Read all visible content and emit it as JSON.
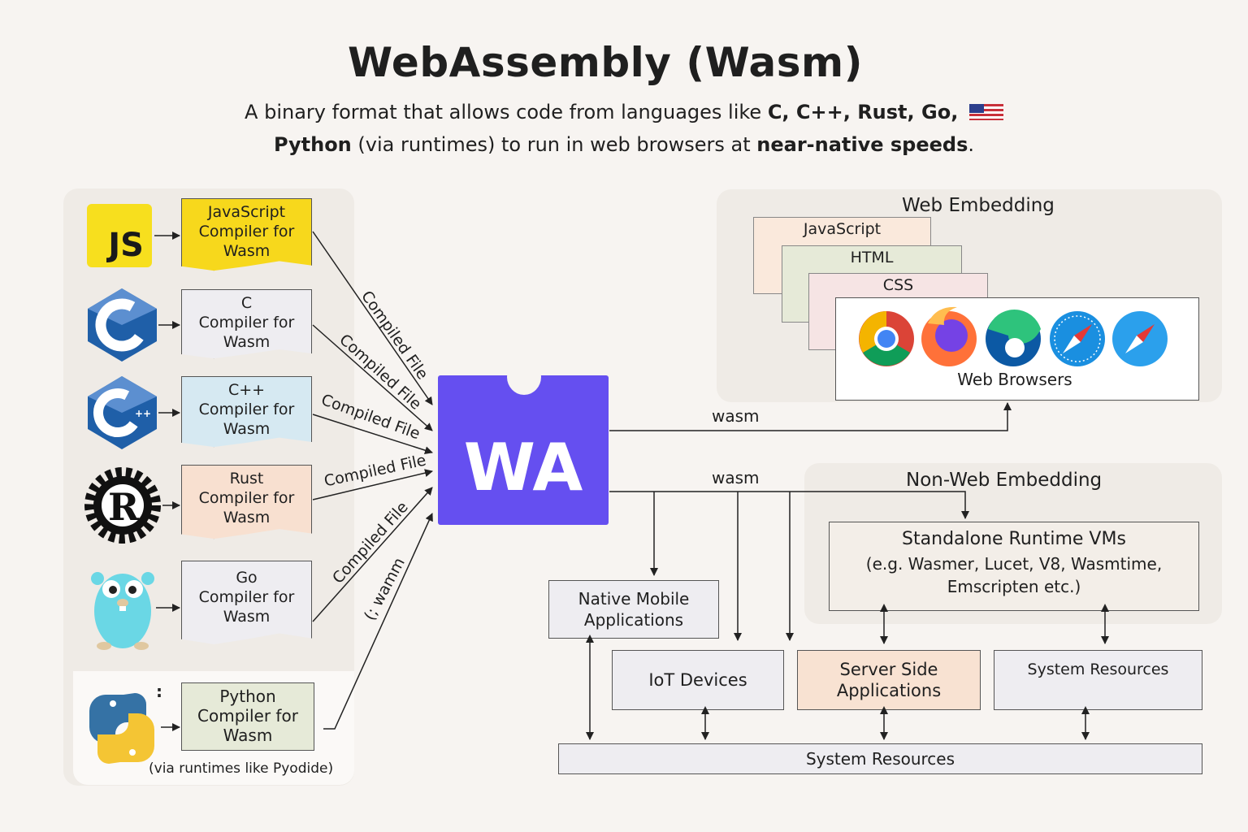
{
  "title": "WebAssembly (Wasm)",
  "subtitle": {
    "line1_pre": "A binary format that allows code from languages like ",
    "line1_bold": "C, C++, Rust, Go,",
    "line2_bold_a": "Python",
    "line2_mid": " (via runtimes) to run in web browsers at ",
    "line2_bold_b": "near-native speeds",
    "line2_end": "."
  },
  "languages": [
    {
      "key": "js",
      "icon": "JS",
      "lines": [
        "JavaScript",
        "Compiler for",
        "Wasm"
      ],
      "color": "#f7d81c"
    },
    {
      "key": "c",
      "icon": "C",
      "lines": [
        "C",
        "Compiler for",
        "Wasm"
      ],
      "color": "#eeedf1"
    },
    {
      "key": "cpp",
      "icon": "C++",
      "lines": [
        "C++",
        "Compiler for",
        "Wasm"
      ],
      "color": "#d6e9f2"
    },
    {
      "key": "rust",
      "icon": "R",
      "lines": [
        "Rust",
        "Compiler for",
        "Wasm"
      ],
      "color": "#f8e0d0"
    },
    {
      "key": "go",
      "icon": "gopher",
      "lines": [
        "Go",
        "Compiler for",
        "Wasm"
      ],
      "color": "#eeedf1"
    },
    {
      "key": "python",
      "icon": "python",
      "lines": [
        "Python",
        "Compiler for",
        "Wasm"
      ],
      "color": "#e6ead8"
    }
  ],
  "python_note": "(via runtimes like Pyodide)",
  "arrow_labels": [
    "Compiled File",
    "Compiled File",
    "Compiled File",
    "Compiled File",
    "Compiled File",
    "(; wamm"
  ],
  "wa_logo": "WA",
  "wasm_label_1": "wasm",
  "wasm_label_2": "wasm",
  "web_embedding": {
    "title": "Web  Embedding",
    "layers": [
      "JavaScript",
      "HTML",
      "CSS"
    ],
    "browsers_label": "Web Browsers"
  },
  "non_web_embedding": {
    "title": "Non-Web Embedding",
    "runtime_title": "Standalone Runtime VMs",
    "runtime_line2": "(e.g. Wasmer, Lucet, V8, Wasmtime,",
    "runtime_line3": "Emscripten etc.)"
  },
  "targets": {
    "native_mobile": [
      "Native Mobile",
      "Applications"
    ],
    "iot": "IoT Devices",
    "server_side": [
      "Server Side",
      "Applications"
    ],
    "system_resources_small": "System Resources",
    "system_resources_bar": "System Resources"
  },
  "colors": {
    "wa_purple": "#654ff0",
    "js_yellow": "#f7df1e",
    "c_blue": "#1f5fa8",
    "server_peach": "#f8e2d2"
  }
}
